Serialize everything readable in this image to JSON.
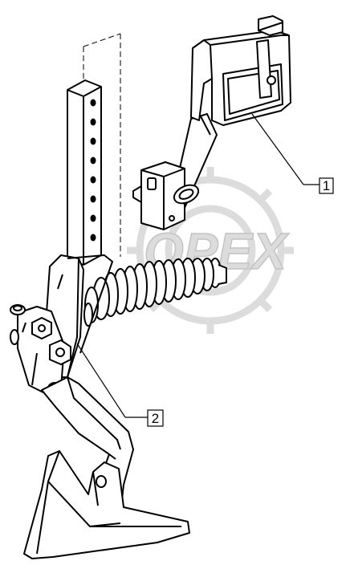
{
  "diagram": {
    "callouts": [
      {
        "id": "1",
        "label": "1"
      },
      {
        "id": "2",
        "label": "2"
      }
    ]
  },
  "watermark": {
    "text": "OPEX"
  },
  "colors": {
    "line": "#000000",
    "background": "#ffffff",
    "watermark": "#d9d9d9"
  }
}
